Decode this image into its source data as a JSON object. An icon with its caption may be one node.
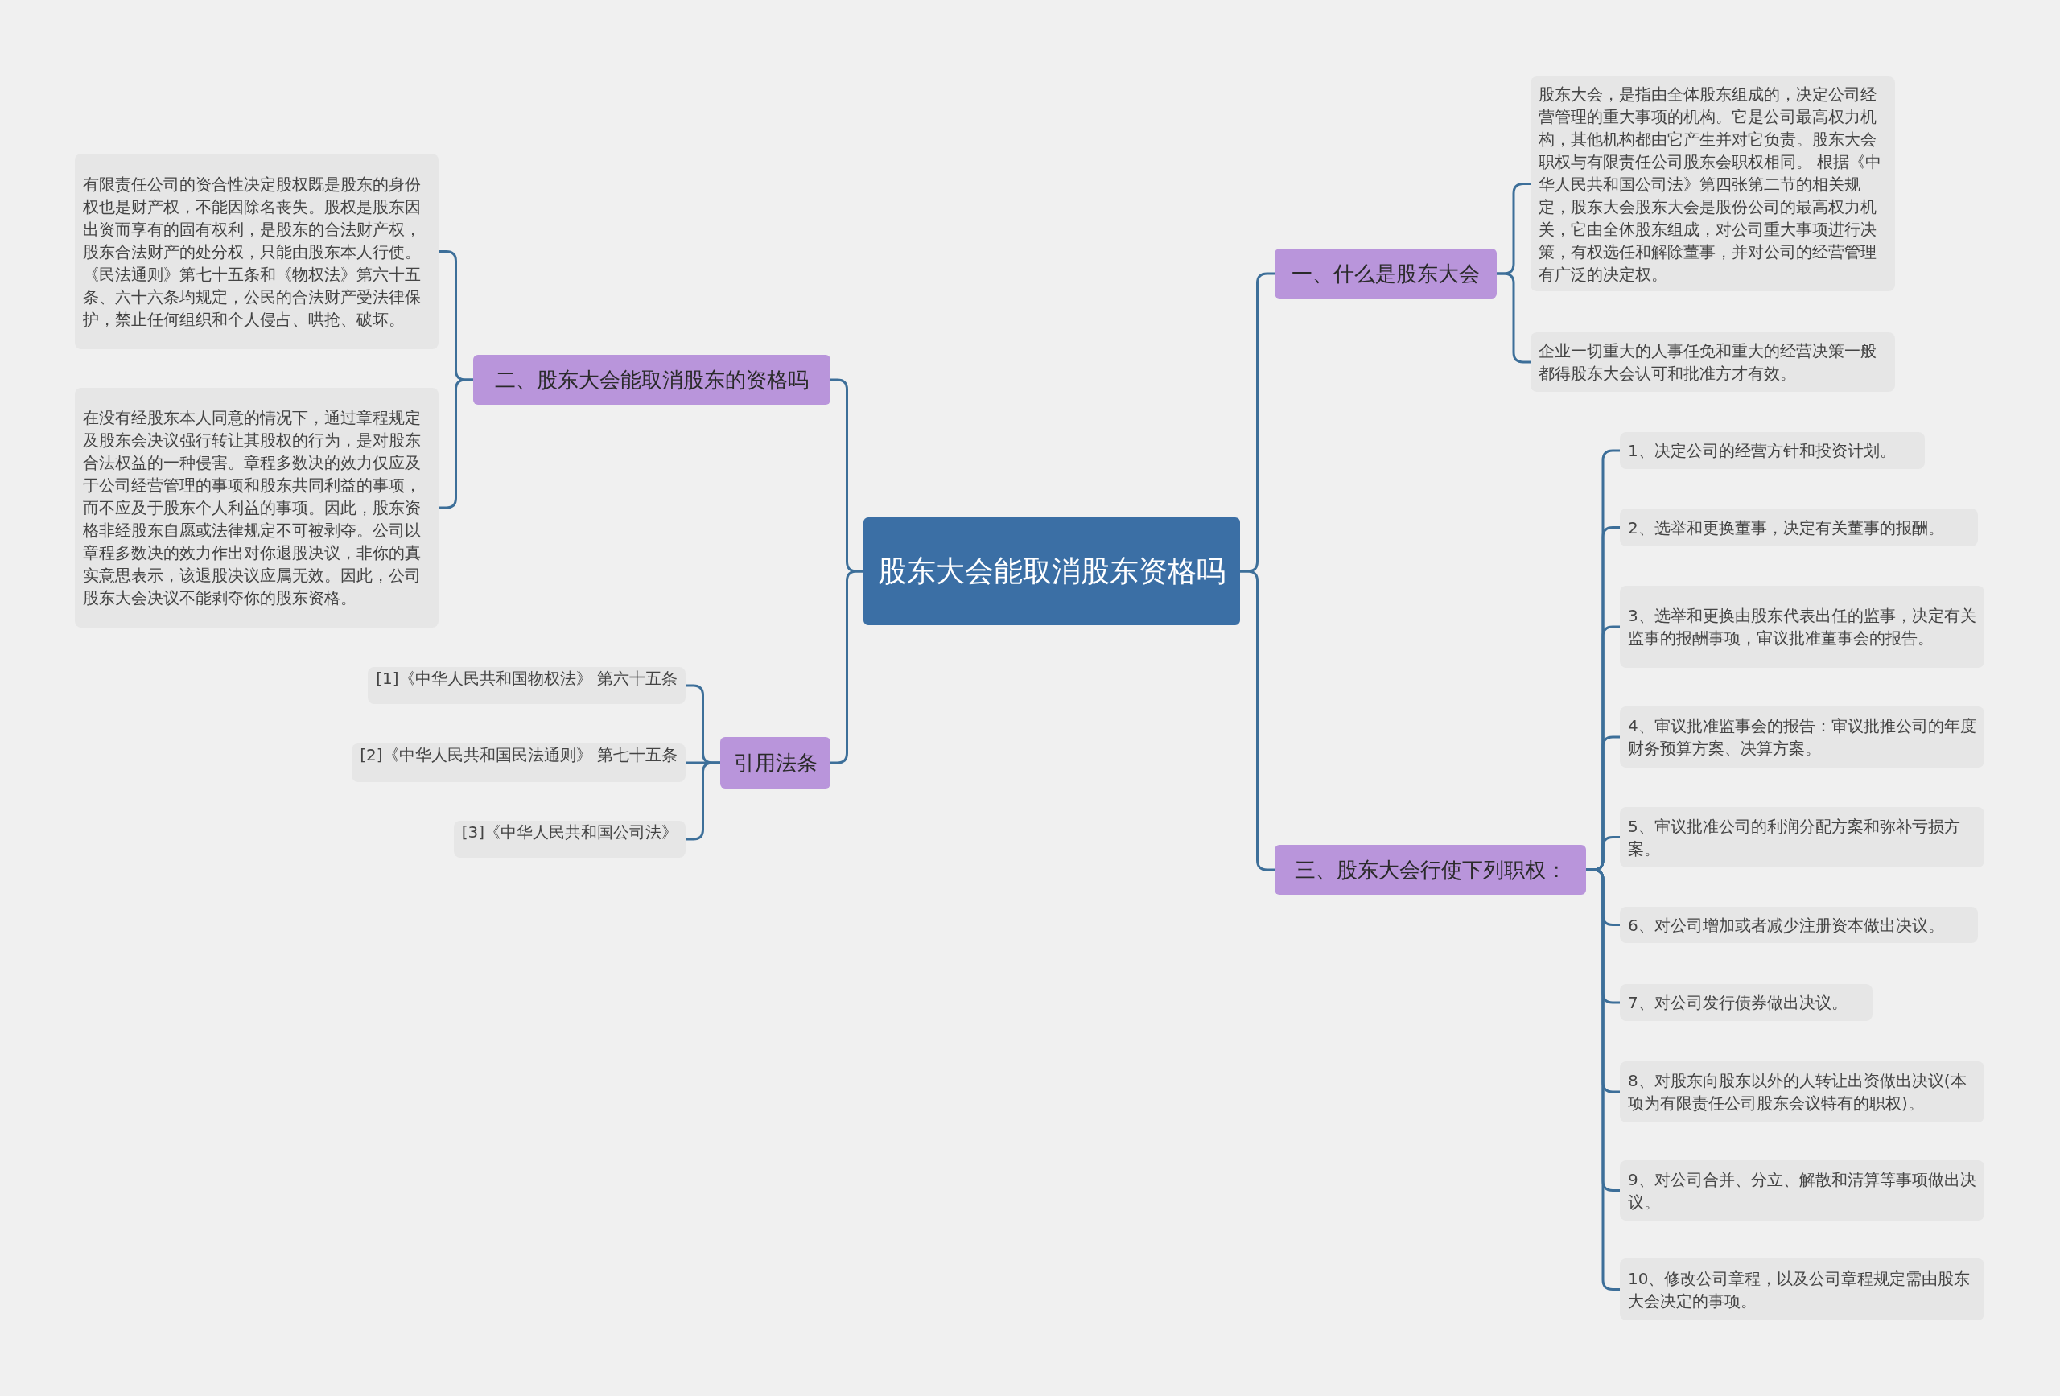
{
  "diagram": {
    "nodes": [
      {
        "text": [
          "股东大会能取消股东资格吗"
        ]
      },
      {
        "text": [
          "一、什么是股东大会"
        ]
      },
      {
        "text": [
          "股东大会，是指由全体股东组成的，决定公司经营管理的重大事项的机构。它是公司最高权力机构，其他机构都由它产生并对它负责。股东大会职权与有限责任公司股东会职权相同。 根据《中华人民共和国公司法》第四张第二节的相关规定，股东大会股东大会是股份公司的最高权力机关，它由全体股东组成，对公司重大事项进行决策，有权选任和解除董事，并对公司的经营管理有广泛的决定权。"
        ]
      },
      {
        "text": [
          "企业一切重大的人事任免和重大的经营决策一般都得股东大会认可和批准方才有效。"
        ]
      },
      {
        "text": [
          "二、股东大会能取消股东的资格吗"
        ]
      },
      {
        "text": [
          "有限责任公司的资合性决定股权既是股东的身份权也是财产权，不能因除名丧失。股权是股东因出资而享有的固有权利，是股东的合法财产权，股东合法财产的处分权，只能由股东本人行使。《民法通则》第七十五条和《物权法》第六十五条、六十六条均规定，公民的合法财产受法律保护，禁止任何组织和个人侵占、哄抢、破坏。"
        ]
      },
      {
        "text": [
          "在没有经股东本人同意的情况下，通过章程规定及股东会决议强行转让其股权的行为，是对股东合法权益的一种侵害。章程多数决的效力仅应及于公司经营管理的事项和股东共同利益的事项，而不应及于股东个人利益的事项。因此，股东资格非经股东自愿或法律规定不可被剥夺。公司以章程多数决的效力作出对你退股决议，非你的真实意思表示，该退股决议应属无效。因此，公司股东大会决议不能剥夺你的股东资格。"
        ]
      },
      {
        "text": [
          "引用法条"
        ]
      },
      {
        "text": [
          "[1]《中华人民共和国物权法》 第六十五条"
        ]
      },
      {
        "text": [
          "[2]《中华人民共和国民法通则》 第七十五条"
        ]
      },
      {
        "text": [
          "[3]《中华人民共和国公司法》"
        ]
      },
      {
        "text": [
          "三、股东大会行使下列职权："
        ]
      },
      {
        "text": [
          "1、决定公司的经营方针和投资计划。"
        ]
      },
      {
        "text": [
          "2、选举和更换董事，决定有关董事的报酬。"
        ]
      },
      {
        "text": [
          "3、选举和更换由股东代表出任的监事，决定有关监事的报酬事项，审议批准董事会的报告。"
        ]
      },
      {
        "text": [
          "4、审议批准监事会的报告：审议批推公司的年度财务预算方案、决算方案。"
        ]
      },
      {
        "text": [
          "5、审议批准公司的利润分配方案和弥补亏损方案。"
        ]
      },
      {
        "text": [
          "6、对公司增加或者减少注册资本做出决议。"
        ]
      },
      {
        "text": [
          "7、对公司发行债券做出决议。"
        ]
      },
      {
        "text": [
          "8、对股东向股东以外的人转让出资做出决议(本项为有限责任公司股东会议特有的职权)。"
        ]
      },
      {
        "text": [
          "9、对公司合并、分立、解散和清算等事项做出决议。"
        ]
      },
      {
        "text": [
          "10、修改公司章程，以及公司章程规定需由股东大会决定的事项。"
        ]
      }
    ],
    "edges": [
      {
        "from": 0,
        "to": 1,
        "arrow": "none"
      },
      {
        "from": 1,
        "to": 2,
        "arrow": "none"
      },
      {
        "from": 1,
        "to": 3,
        "arrow": "none"
      },
      {
        "from": 0,
        "to": 4,
        "arrow": "none"
      },
      {
        "from": 4,
        "to": 5,
        "arrow": "none"
      },
      {
        "from": 4,
        "to": 6,
        "arrow": "none"
      },
      {
        "from": 0,
        "to": 7,
        "arrow": "none"
      },
      {
        "from": 7,
        "to": 8,
        "arrow": "none"
      },
      {
        "from": 7,
        "to": 9,
        "arrow": "none"
      },
      {
        "from": 7,
        "to": 10,
        "arrow": "none"
      },
      {
        "from": 0,
        "to": 11,
        "arrow": "none"
      },
      {
        "from": 11,
        "to": 12,
        "arrow": "none"
      },
      {
        "from": 11,
        "to": 13,
        "arrow": "none"
      },
      {
        "from": 11,
        "to": 14,
        "arrow": "none"
      },
      {
        "from": 11,
        "to": 15,
        "arrow": "none"
      },
      {
        "from": 11,
        "to": 16,
        "arrow": "none"
      },
      {
        "from": 11,
        "to": 17,
        "arrow": "none"
      },
      {
        "from": 11,
        "to": 18,
        "arrow": "none"
      },
      {
        "from": 11,
        "to": 19,
        "arrow": "none"
      },
      {
        "from": 11,
        "to": 20,
        "arrow": "none"
      },
      {
        "from": 11,
        "to": 21,
        "arrow": "none"
      }
    ]
  }
}
